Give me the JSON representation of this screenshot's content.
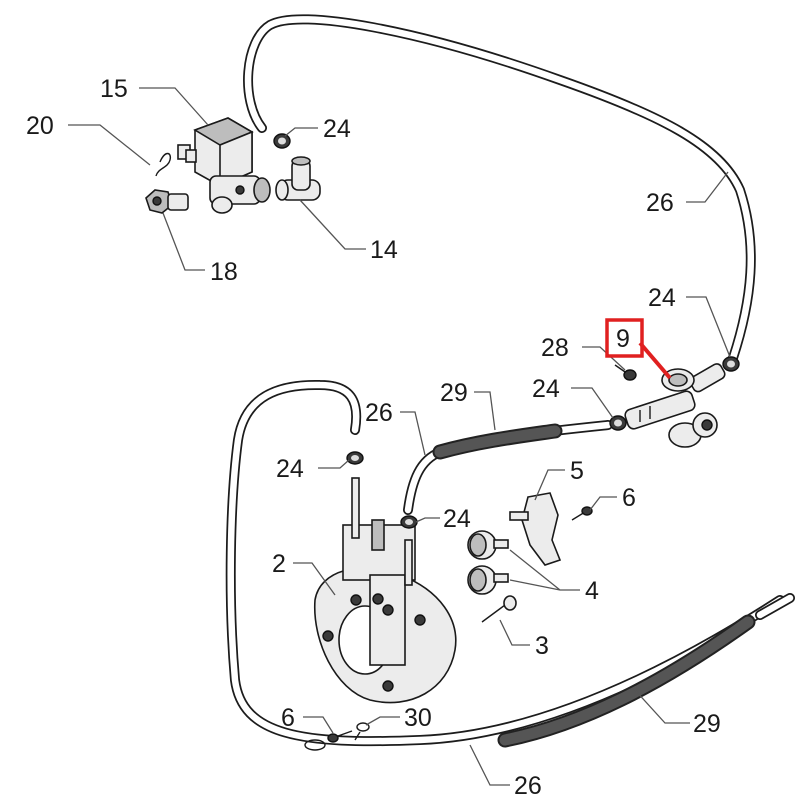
{
  "callouts": {
    "c15": "15",
    "c20": "20",
    "c24_top": "24",
    "c26_top": "26",
    "c14": "14",
    "c18": "18",
    "c24_right": "24",
    "c9": "9",
    "c28": "28",
    "c24_mid": "24",
    "c29_top": "29",
    "c26_mid": "26",
    "c24_left": "24",
    "c5": "5",
    "c6_right": "6",
    "c24_boiler": "24",
    "c2": "2",
    "c4": "4",
    "c3": "3",
    "c6_bottom": "6",
    "c30": "30",
    "c29_bottom": "29",
    "c26_bottom": "26"
  },
  "highlight": {
    "part": "9",
    "color": "#e02020"
  }
}
